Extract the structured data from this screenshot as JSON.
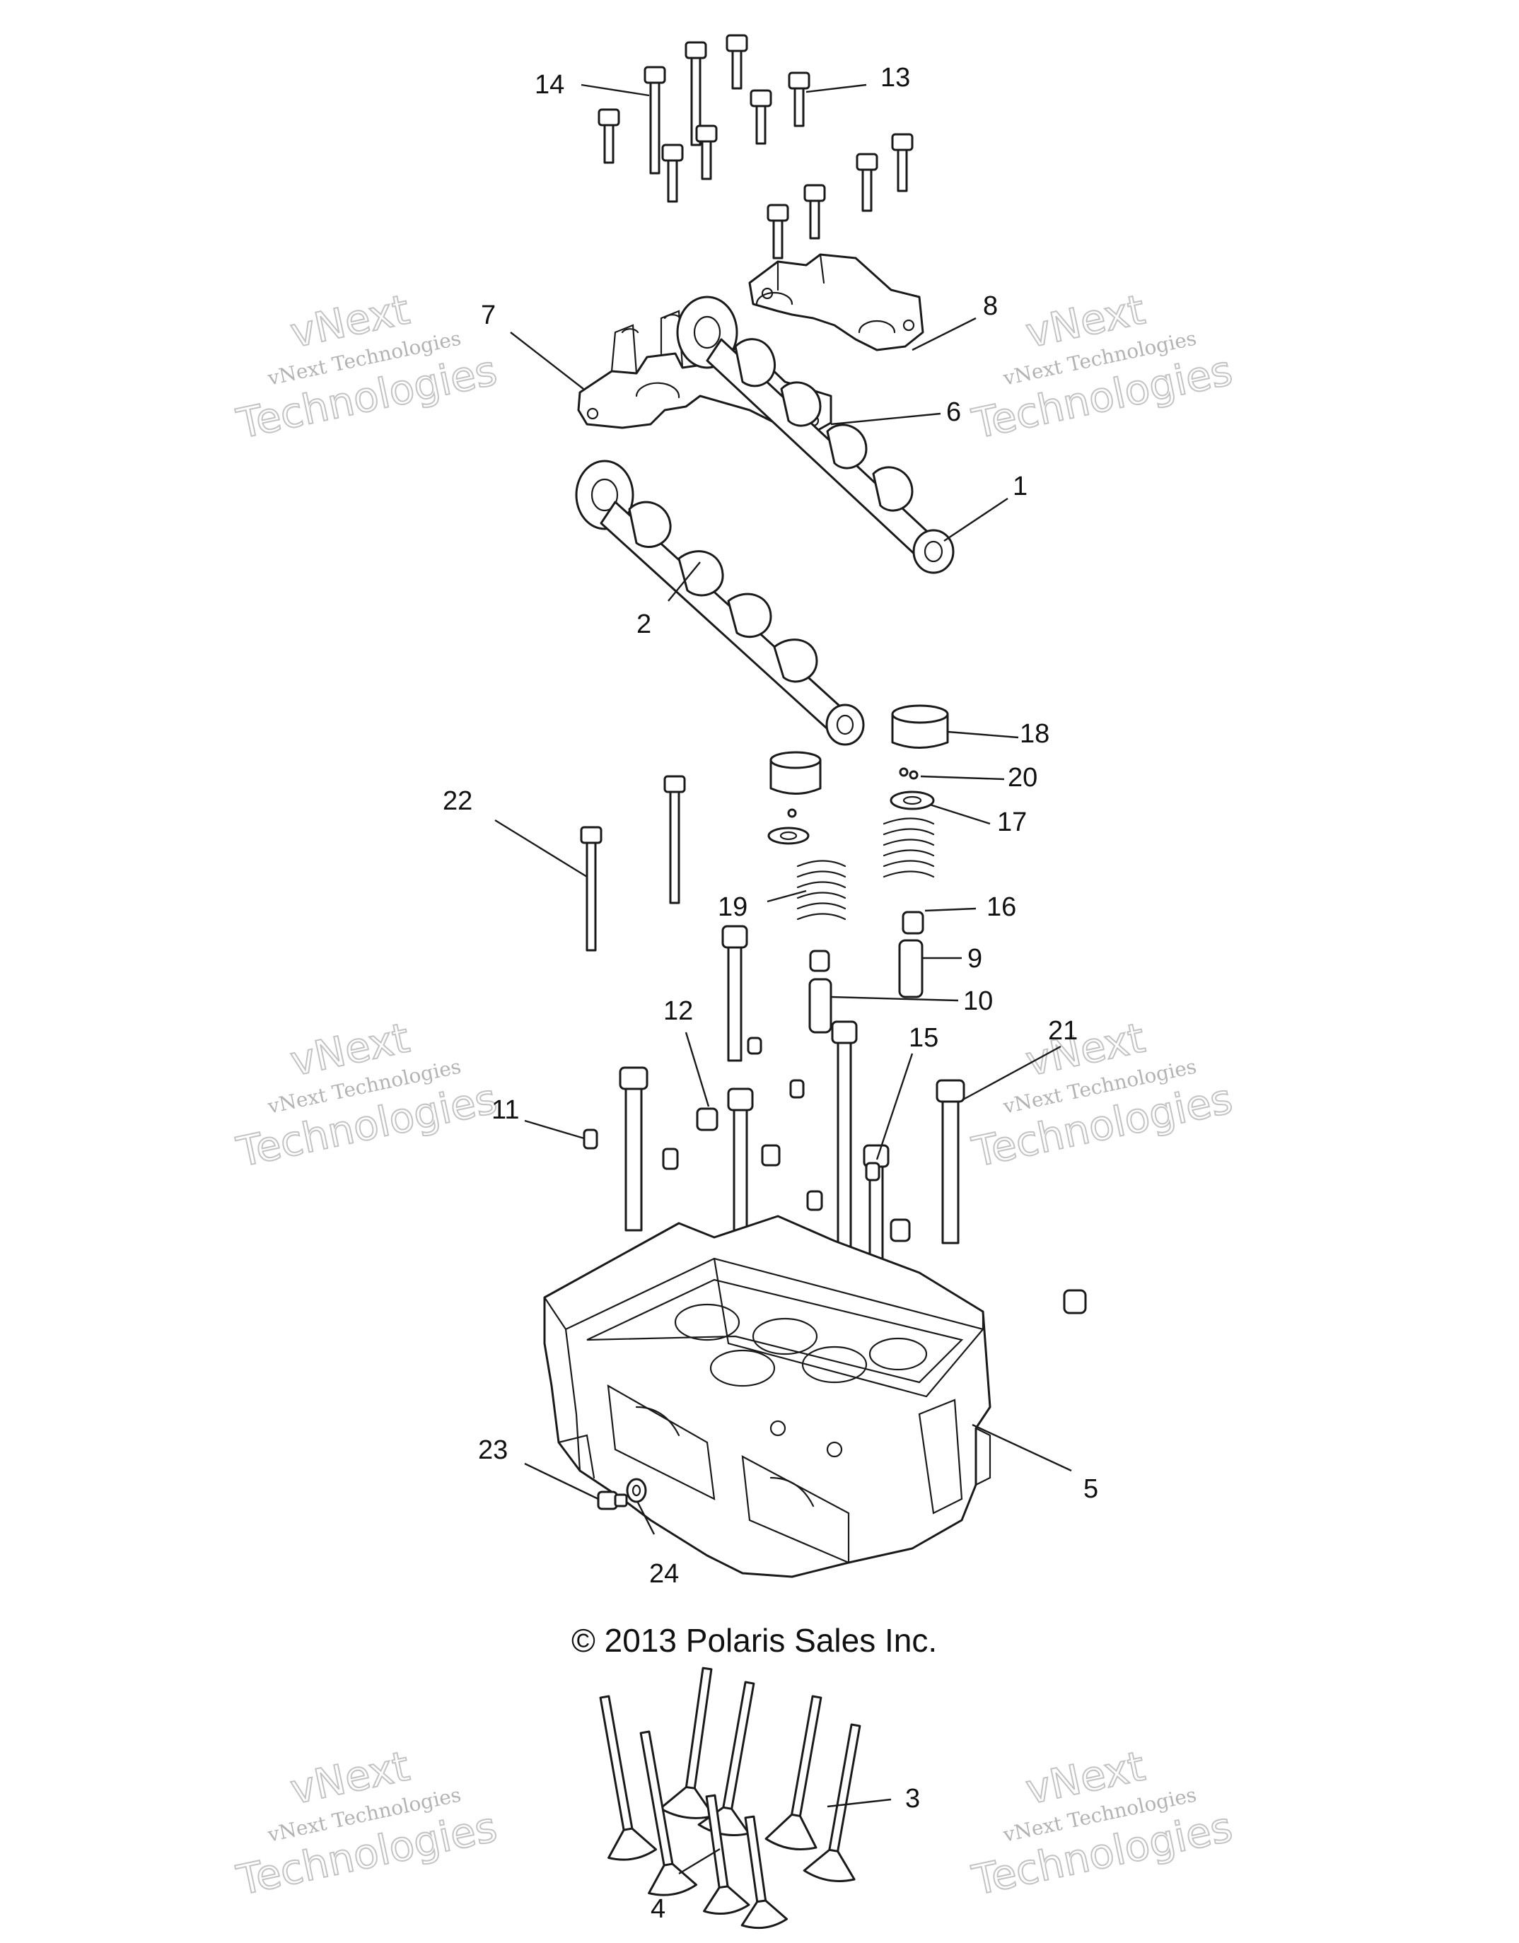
{
  "callouts": [
    "14",
    "13",
    "7",
    "8",
    "6",
    "1",
    "2",
    "18",
    "20",
    "22",
    "17",
    "19",
    "16",
    "9",
    "10",
    "12",
    "15",
    "21",
    "11",
    "23",
    "5",
    "24",
    "3",
    "4"
  ],
  "copyright": "© 2013 Polaris Sales Inc.",
  "watermark": {
    "line1": "vNext",
    "line2": "vNext Technologies",
    "line3": "Technologies"
  }
}
